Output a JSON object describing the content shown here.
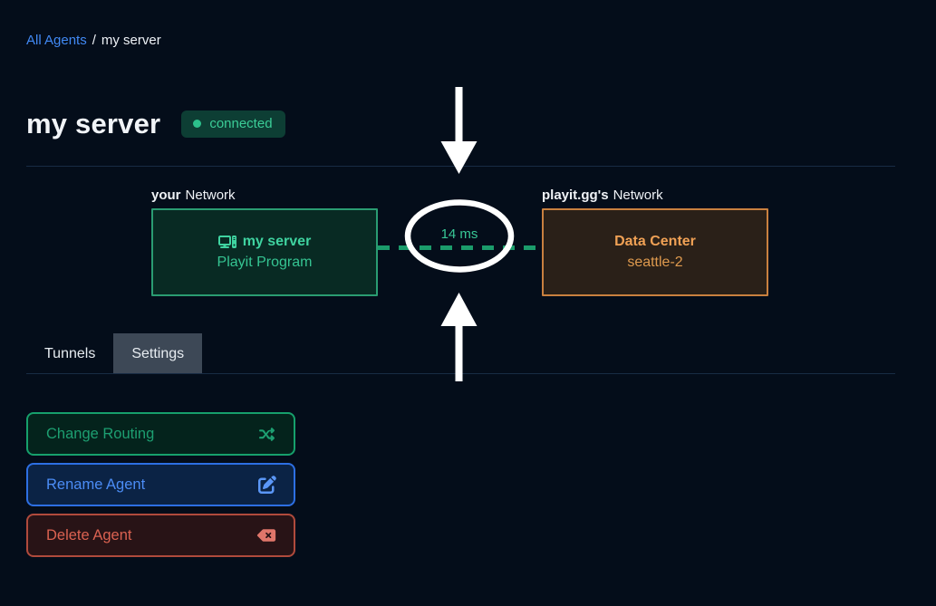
{
  "breadcrumb": {
    "link": "All Agents",
    "separator": "/",
    "current": "my server"
  },
  "header": {
    "title": "my server",
    "status": "connected"
  },
  "diagram": {
    "left": {
      "label_bold": "your",
      "label_rest": "Network",
      "name": "my server",
      "subtitle": "Playit Program",
      "icon": "computer-icon"
    },
    "latency": "14 ms",
    "right": {
      "label_bold": "playit.gg's",
      "label_rest": "Network",
      "name": "Data Center",
      "subtitle": "seattle-2"
    }
  },
  "annotations": {
    "shapes": [
      "arrow-down",
      "ellipse-highlight",
      "arrow-up"
    ],
    "color": "#ffffff"
  },
  "tabs": [
    {
      "label": "Tunnels",
      "selected": false
    },
    {
      "label": "Settings",
      "selected": true
    }
  ],
  "actions": [
    {
      "label": "Change Routing",
      "icon": "shuffle-icon",
      "color": "#16a06c"
    },
    {
      "label": "Rename Agent",
      "icon": "edit-icon",
      "color": "#2d6fe3"
    },
    {
      "label": "Delete Agent",
      "icon": "backspace-icon",
      "color": "#b04a3c"
    }
  ],
  "colors": {
    "page_bg": "#040d1a",
    "link_blue": "#4189f4",
    "badge_bg": "#0d3e34",
    "badge_green": "#3bcd97",
    "agent_box_border": "#2a9c72",
    "agent_box_bg": "#082a23",
    "dc_box_border": "#c9803f",
    "dc_box_bg": "#2a2018",
    "dash_green": "#1b9c6b",
    "tab_active_bg": "#3d4856",
    "divider": "#182c44"
  }
}
